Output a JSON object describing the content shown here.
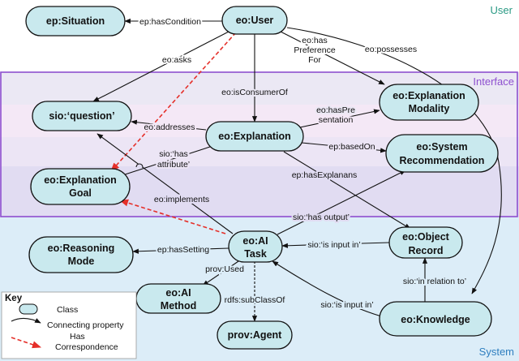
{
  "regions": {
    "user": "User",
    "interface": "Interface",
    "system": "System"
  },
  "colors": {
    "node_fill": "#c9e9ee",
    "user_bg": "#ffffff",
    "interface_bg": "#ede7f6",
    "interface_border": "#8e4fcf",
    "system_bg": "#dcedf8",
    "dashed_edge": "#e5302a"
  },
  "nodes": {
    "situation": "ep:Situation",
    "user": "eo:User",
    "question": "sio:‘question’",
    "explanation": "eo:Explanation",
    "explanation_modality": [
      "eo:Explanation",
      "Modality"
    ],
    "explanation_goal": [
      "eo:Explanation",
      "Goal"
    ],
    "system_recommendation": [
      "eo:System",
      "Recommendation"
    ],
    "reasoning_mode": [
      "eo:Reasoning",
      "Mode"
    ],
    "ai_task": [
      "eo:AI",
      "Task"
    ],
    "object_record": [
      "eo:Object",
      "Record"
    ],
    "ai_method": [
      "eo:AI",
      "Method"
    ],
    "knowledge": "eo:Knowledge",
    "agent": "prov:Agent"
  },
  "edges": {
    "has_condition": "ep:hasCondition",
    "asks": "eo:asks",
    "has_preference_for": [
      "eo:has",
      "Preference",
      "For"
    ],
    "possesses": "eo:possesses",
    "is_consumer_of": "eo:isConsumerOf",
    "has_presentation": [
      "eo:hasPre",
      "sentation"
    ],
    "addresses": "eo:addresses",
    "has_attribute": [
      "sio:‘has",
      "attribute’"
    ],
    "based_on": "ep:basedOn",
    "has_explanans": "ep:hasExplanans",
    "implements": "eo:implements",
    "has_output": "sio:‘has output’",
    "has_setting": "ep:hasSetting",
    "is_input_in_record": "sio:‘is input in’",
    "in_relation_to": "sio:‘in relation to’",
    "used": "prov:Used",
    "subclass_of": "rdfs:subClassOf",
    "is_input_in_knowledge": "sio:‘is input in’"
  },
  "key": {
    "title": "Key",
    "class": "Class",
    "connecting_property": "Connecting property",
    "has_correspondence": [
      "Has",
      "Correspondence"
    ]
  }
}
